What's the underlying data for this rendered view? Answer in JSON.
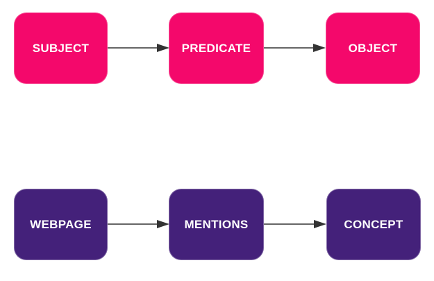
{
  "diagram": {
    "background_color": "#ffffff",
    "label_text_color": "#ffffff",
    "arrow_line_color": "#666666",
    "arrowhead_color": "#333333",
    "rows": [
      {
        "name": "triple-pattern-row",
        "node_color": "#F4086B",
        "nodes": [
          {
            "label": "SUBJECT"
          },
          {
            "label": "PREDICATE"
          },
          {
            "label": "OBJECT"
          }
        ]
      },
      {
        "name": "example-triple-row",
        "node_color": "#44217A",
        "nodes": [
          {
            "label": "WEBPAGE"
          },
          {
            "label": "MENTIONS"
          },
          {
            "label": "CONCEPT"
          }
        ]
      }
    ]
  }
}
